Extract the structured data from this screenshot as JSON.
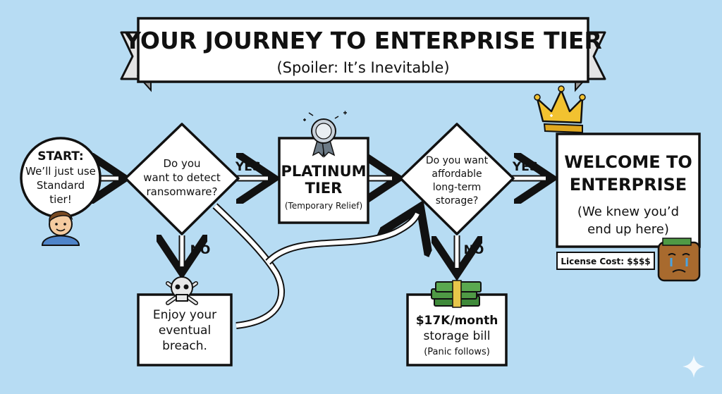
{
  "banner": {
    "title": "YOUR JOURNEY TO ENTERPRISE TIER",
    "subtitle": "(Spoiler: It’s Inevitable)"
  },
  "nodes": {
    "start": {
      "lines": [
        "START:",
        "We’ll just use",
        "Standard",
        "tier!"
      ]
    },
    "decision_ransomware": {
      "lines": [
        "Do you",
        "want to detect",
        "ransomware?"
      ]
    },
    "platinum": {
      "title_lines": [
        "PLATINUM",
        "TIER"
      ],
      "note": "(Temporary Relief)"
    },
    "decision_storage": {
      "lines": [
        "Do you want",
        "affordable",
        "long-term",
        "storage?"
      ]
    },
    "enterprise": {
      "title_lines": [
        "WELCOME TO",
        "ENTERPRISE"
      ],
      "note_lines": [
        "(We knew you’d",
        "end up here)"
      ]
    },
    "breach": {
      "lines": [
        "Enjoy your",
        "eventual",
        "breach."
      ]
    },
    "storage_bill": {
      "lines": [
        "$17K/month",
        "storage bill"
      ],
      "note": "(Panic follows)"
    }
  },
  "edges": {
    "yes_1": "YES",
    "no_1": "NO",
    "yes_2": "YES",
    "no_2": "NO"
  },
  "license_tag": "License Cost: $$$$",
  "icons": [
    "person-icon",
    "medal-icon",
    "skull-icon",
    "money-stack-icon",
    "crown-icon",
    "crying-wallet-icon",
    "sparkle-icon"
  ],
  "colors": {
    "background": "#b7dcf3",
    "box": "#ffffff",
    "stroke": "#111111",
    "crown": "#f2c230",
    "money": "#4f9a45",
    "wallet": "#a86a2e"
  }
}
